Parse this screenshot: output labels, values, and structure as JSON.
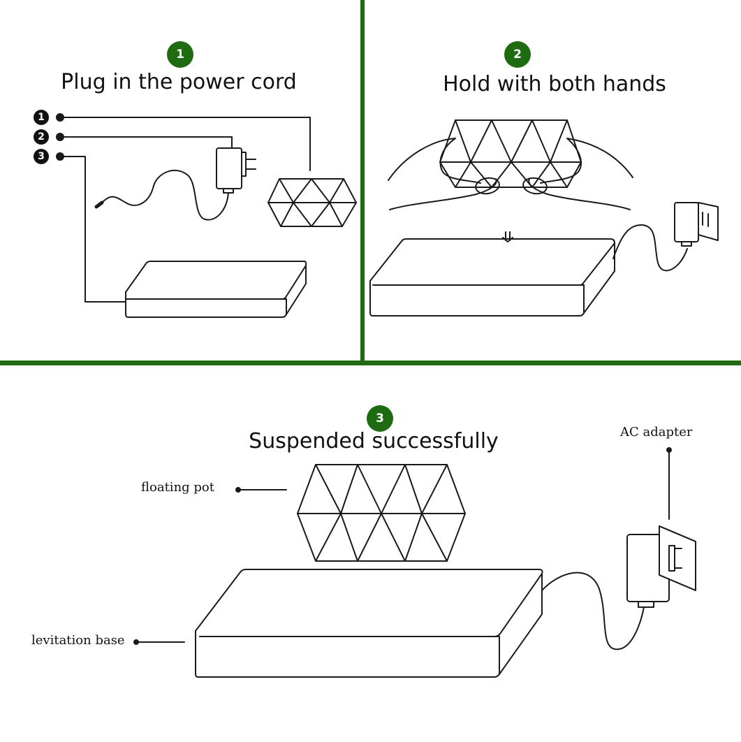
{
  "colors": {
    "accent": "#1e6b12",
    "ink": "#1a1a1a",
    "background": "#ffffff"
  },
  "steps": [
    {
      "number": "1",
      "title": "Plug in the power cord",
      "callouts": [
        "1",
        "2",
        "3"
      ]
    },
    {
      "number": "2",
      "title": "Hold with both hands"
    },
    {
      "number": "3",
      "title": "Suspended successfully"
    }
  ],
  "labels": {
    "floating_pot": "floating pot",
    "levitation_base": "levitation base",
    "ac_adapter": "AC adapter"
  }
}
